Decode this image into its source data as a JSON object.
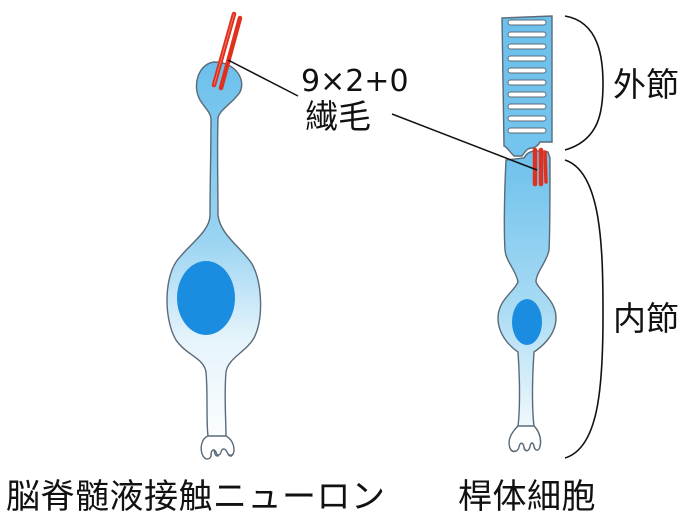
{
  "labels": {
    "cilium_formula": "9×2+0",
    "cilium_name": "繊毛",
    "outer_segment": "外節",
    "inner_segment": "内節",
    "csf_contacting_neuron": "脳脊髄液接触ニューロン",
    "rod_cell": "桿体細胞"
  },
  "colors": {
    "cell_blue": "#7ec8ef",
    "nucleus_blue": "#1b8de0",
    "cilium_red": "#e0301e",
    "outline": "#5a6a78"
  }
}
